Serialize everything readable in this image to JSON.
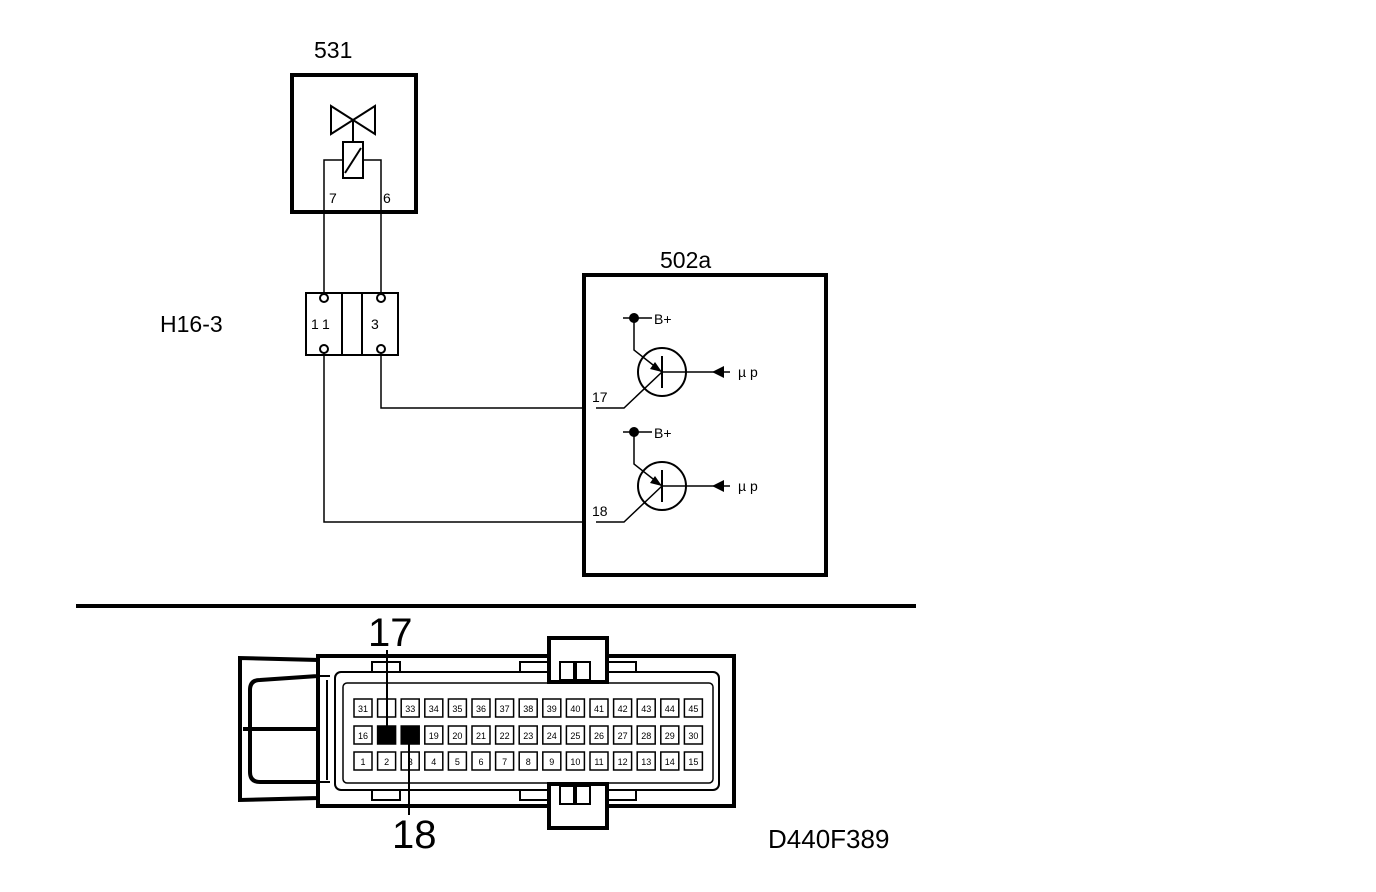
{
  "components": {
    "valve": {
      "id": "531",
      "pins": [
        "7",
        "6"
      ]
    },
    "connector": {
      "id": "H16-3",
      "pins": [
        "1",
        "1",
        "3"
      ]
    },
    "ecu": {
      "id": "502a",
      "supply_labels": [
        "B+",
        "B+"
      ],
      "input_labels": [
        "µ p",
        "µ p"
      ],
      "pins": [
        "17",
        "18"
      ]
    }
  },
  "connector_view": {
    "top_row": [
      "31",
      "",
      "33",
      "34",
      "35",
      "36",
      "37",
      "38",
      "39",
      "40",
      "41",
      "42",
      "43",
      "44",
      "45"
    ],
    "middle_row": [
      "16",
      "",
      "",
      "19",
      "20",
      "21",
      "22",
      "23",
      "24",
      "25",
      "26",
      "27",
      "28",
      "29",
      "30"
    ],
    "bottom_row": [
      "1",
      "2",
      "3",
      "4",
      "5",
      "6",
      "7",
      "8",
      "9",
      "10",
      "11",
      "12",
      "13",
      "14",
      "15"
    ],
    "highlighted_pins": [
      "17",
      "18"
    ],
    "callout_top": "17",
    "callout_bottom": "18"
  },
  "figure_code": "D440F389"
}
